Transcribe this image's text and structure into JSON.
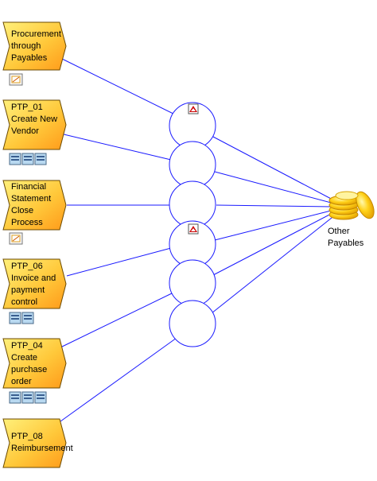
{
  "processes": [
    {
      "label": "Procurement through Payables",
      "icons": [
        "process-icon"
      ]
    },
    {
      "label": "PTP_01 Create New Vendor",
      "icons": [
        "doc-icon",
        "doc-icon",
        "doc-icon"
      ]
    },
    {
      "label": "Financial Statement Close Process",
      "icons": [
        "process-icon"
      ]
    },
    {
      "label": "PTP_06 Invoice and payment control",
      "icons": [
        "doc-icon",
        "doc-icon"
      ]
    },
    {
      "label": "PTP_04 Create purchase order",
      "icons": [
        "doc-icon",
        "doc-icon",
        "doc-icon"
      ]
    },
    {
      "label": "PTP_08 Reimbursement",
      "icons": []
    }
  ],
  "output": {
    "label": "Other Payables",
    "icon": "coins-icon"
  },
  "colors": {
    "process_top": "#ffe36a",
    "process_bottom": "#ff9d1f",
    "edge": "#1a1aff",
    "risk": "#cc0000"
  }
}
